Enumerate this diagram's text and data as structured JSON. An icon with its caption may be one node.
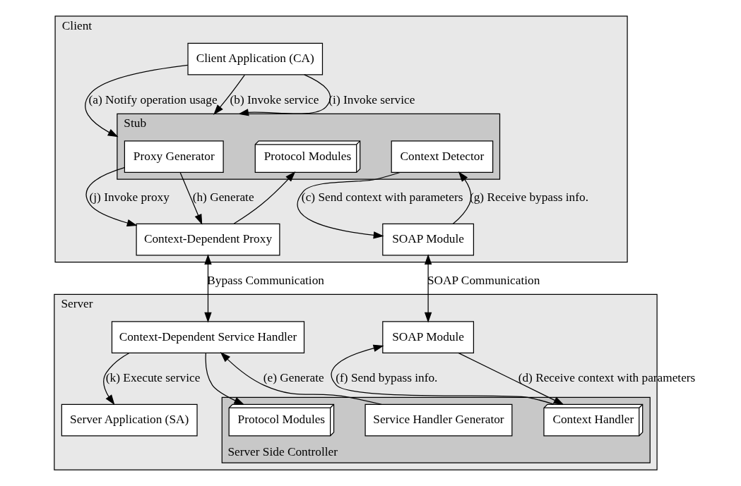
{
  "diagram": {
    "nodes": [
      {
        "text": [
          "Client"
        ]
      },
      {
        "text": [
          "Client Application (CA)"
        ],
        "in": 0
      },
      {
        "text": [
          "Stub"
        ],
        "in": 0
      },
      {
        "text": [
          "Proxy Generator"
        ],
        "in": 2
      },
      {
        "text": [
          "Protocol Modules"
        ],
        "in": 2
      },
      {
        "text": [
          "Context Detector"
        ],
        "in": 2
      },
      {
        "text": [
          "Context-Dependent Proxy"
        ],
        "in": 0
      },
      {
        "text": [
          "SOAP Module"
        ],
        "in": 0
      },
      {
        "text": [
          "Server"
        ]
      },
      {
        "text": [
          "Context-Dependent Service Handler"
        ],
        "in": 8
      },
      {
        "text": [
          "SOAP Module"
        ],
        "in": 8
      },
      {
        "text": [
          "Server Application (SA)"
        ],
        "in": 8
      },
      {
        "text": [
          "Server Side Controller"
        ],
        "in": 8
      },
      {
        "text": [
          "Service Handler Generator"
        ],
        "in": 12
      },
      {
        "text": [
          "Protocol Modules"
        ],
        "in": 12
      },
      {
        "text": [
          "Context Handler"
        ],
        "in": 12
      }
    ],
    "edges": [
      {
        "from": 1,
        "to": 2,
        "arrow": "to",
        "label": "(a) Notify operation usage"
      },
      {
        "from": 1,
        "to": 2,
        "arrow": "to",
        "label": "(b) Invoke service"
      },
      {
        "from": 1,
        "to": 2,
        "arrow": "to",
        "label": "(i) Invoke service"
      },
      {
        "from": 3,
        "to": 6,
        "arrow": "to",
        "label": "(j) Invoke proxy"
      },
      {
        "from": 3,
        "to": 6,
        "arrow": "to",
        "label": "(h) Generate"
      },
      {
        "from": 6,
        "to": 4,
        "arrow": "to"
      },
      {
        "from": 7,
        "to": 5,
        "arrow": "to",
        "label": "(g) Receive bypass info."
      },
      {
        "from": 5,
        "to": 7,
        "arrow": "to",
        "label": "(c) Send context with parameters"
      },
      {
        "from": 6,
        "to": 9,
        "arrow": "both",
        "label": "Bypass Communication"
      },
      {
        "from": 7,
        "to": 10,
        "arrow": "both",
        "label": "SOAP Communication"
      },
      {
        "from": 9,
        "to": 11,
        "arrow": "to",
        "label": "(k) Execute service"
      },
      {
        "from": 13,
        "to": 9,
        "arrow": "to",
        "label": "(e) Generate"
      },
      {
        "from": 9,
        "to": 14,
        "arrow": "to"
      },
      {
        "from": 15,
        "to": 10,
        "arrow": "to",
        "label": "(f) Send bypass info."
      },
      {
        "from": 10,
        "to": 15,
        "arrow": "to",
        "label": "(d) Receive context with parameters"
      }
    ]
  }
}
